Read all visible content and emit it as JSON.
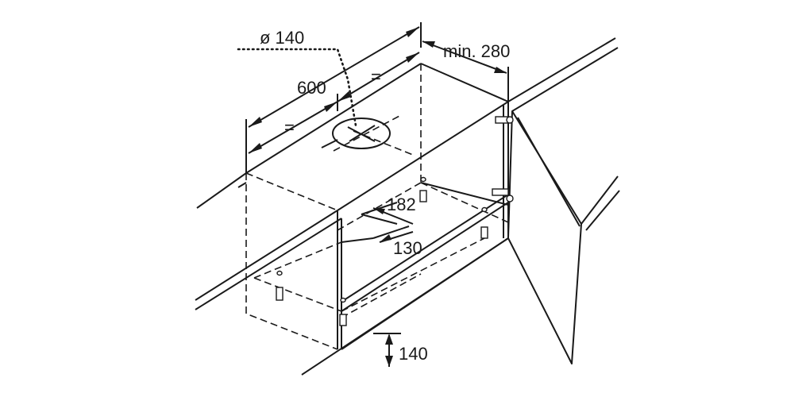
{
  "dimensions": {
    "duct_diameter": "ø 140",
    "width": "600",
    "min_clearance": "min. 280",
    "equal_top": "=",
    "equal_left": "=",
    "offset_182": "182",
    "offset_130": "130",
    "height_140": "140"
  }
}
